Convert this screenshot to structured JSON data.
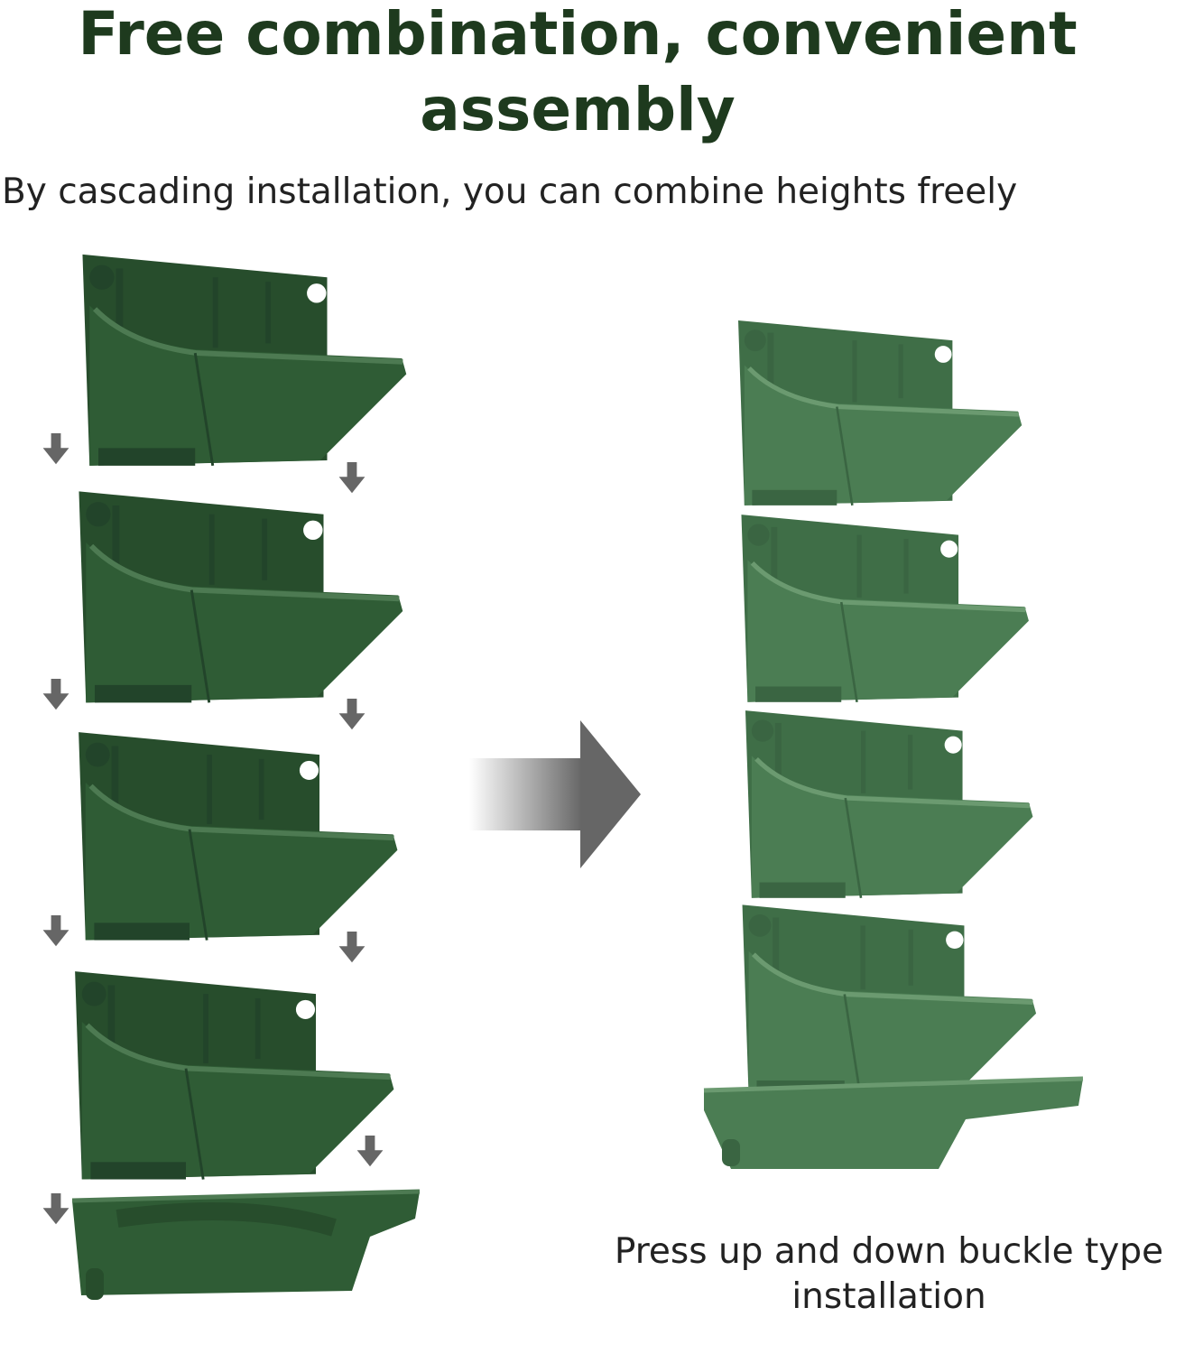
{
  "header": {
    "title": "Free combination, convenient assembly",
    "subtitle": "By cascading installation, you can combine heights freely"
  },
  "caption": "Press up and down buckle type installation",
  "colors": {
    "title": "#1e3a1e",
    "planter_dark": "#2f5c35",
    "planter_light": "#4b7d53",
    "arrow": "#666666"
  }
}
